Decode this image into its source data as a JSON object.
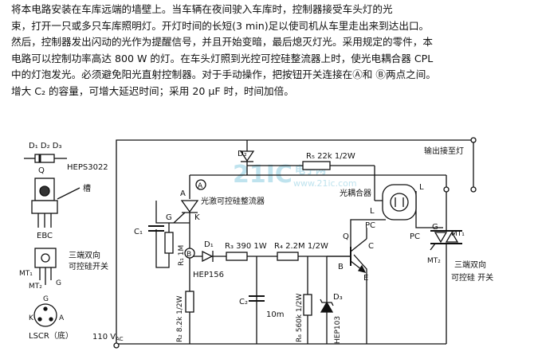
{
  "description": {
    "lines": [
      "将本电路安装在车库远端的墙壁上。当车辆在夜间驶入车库时，控制器接受车头灯的光",
      "束，打开一只或多只车库照明灯。开灯时间的长短(3 min)足以使司机从车里走出来到达出口。",
      "然后，控制器发出闪动的光作为提醒信号，并且开始变暗，最后熄灭灯光。采用规定的零件，本",
      "电路可以控制功率高达 800 W 的灯。在车头灯照到光控可控硅整流器上时，使光电耦合器 CPL",
      "中的灯泡发光。必须避免阳光直射控制器。对于手动操作，把按钮开关连接在Ⓐ和 Ⓑ两点之间。",
      "增大 C₂ 的容量，可增大延迟时间；采用 20 μF 时，时间加倍。"
    ]
  },
  "watermark": {
    "main": "21IC",
    "cn": "电子网",
    "url": "www.21ic.com"
  },
  "legend": {
    "diodes": "D₁  D₂  D₃",
    "hep_part": "HEPS3022",
    "q_top": "Q",
    "slot": "槽",
    "ebc": "EBC",
    "triac_pins": [
      "MT₁",
      "MT₂",
      "G"
    ],
    "triac_desc": [
      "三端双向",
      "可控硅开关"
    ],
    "lscr_pins": [
      "G",
      "K",
      "A"
    ],
    "lscr_caption": "LSCR（底）"
  },
  "labels": {
    "d2": "D₂",
    "r5": "R₅ 22k 1/2W",
    "output": "输出接至灯",
    "pt_a": "A",
    "pt_b": "B",
    "coupler": "光耦合器",
    "l_top": "L",
    "l_mid": "L",
    "pc": "PC",
    "pc2": "PC",
    "a_pin": "A",
    "k_pin": "K",
    "g_pin": "G",
    "lscr_name": "光激可控硅整流器",
    "c1": "C₁",
    "r1": "R₁ 1M",
    "d1": "D₁",
    "r3": "R₃ 390 1W",
    "r4": "R₄ 2.2M 1/2W",
    "q": "Q",
    "c_pin": "C",
    "b_pin": "B",
    "e_pin": "E",
    "hep156": "HEP156",
    "c2": "C₂",
    "c2_val": "10m",
    "r2": "R₂ 8.2k 1/2W",
    "r6": "R₆ 560k 1/2W",
    "d3": "D₃",
    "hep103": "HEP103",
    "supply": "110 V",
    "supply_sub": "AC",
    "g2": "G",
    "mt1": "MT₁",
    "mt2": "MT₂",
    "triac_text": [
      "三端双向",
      "可控硅 开关"
    ]
  }
}
